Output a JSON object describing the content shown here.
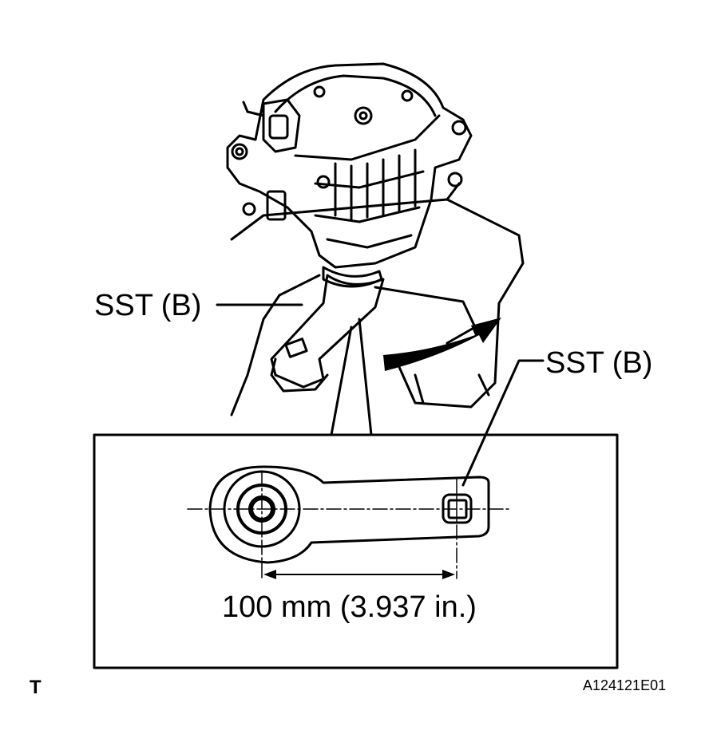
{
  "labels": {
    "sst_left": "SST (B)",
    "sst_right": "SST (B)",
    "dimension": "100 mm (3.937 in.)",
    "corner_mark": "T",
    "figure_code": "A124121E01"
  }
}
